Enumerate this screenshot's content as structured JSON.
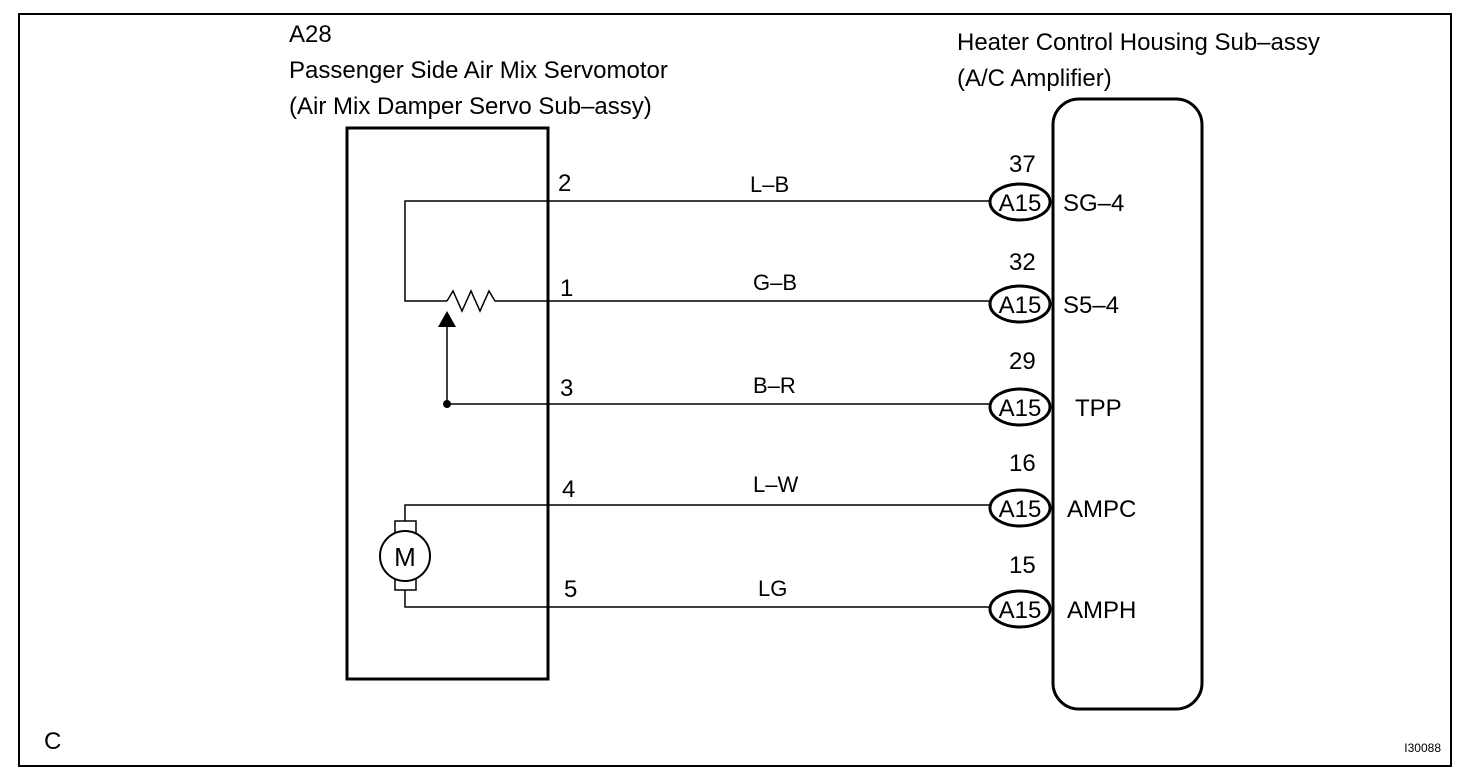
{
  "servo": {
    "code": "A28",
    "name": "Passenger Side Air Mix Servomotor",
    "subname": "(Air Mix Damper Servo Sub–assy)",
    "motor_symbol": "M"
  },
  "amplifier": {
    "name": "Heater Control Housing Sub–assy",
    "subname": "(A/C Amplifier)"
  },
  "connections": [
    {
      "pin": "2",
      "wire": "L–B",
      "connector": "A15",
      "terminal_no": "37",
      "signal": "SG–4"
    },
    {
      "pin": "1",
      "wire": "G–B",
      "connector": "A15",
      "terminal_no": "32",
      "signal": "S5–4"
    },
    {
      "pin": "3",
      "wire": "B–R",
      "connector": "A15",
      "terminal_no": "29",
      "signal": "TPP"
    },
    {
      "pin": "4",
      "wire": "L–W",
      "connector": "A15",
      "terminal_no": "16",
      "signal": "AMPC"
    },
    {
      "pin": "5",
      "wire": "LG",
      "connector": "A15",
      "terminal_no": "15",
      "signal": "AMPH"
    }
  ],
  "corner_label": "C",
  "figure_id": "I30088"
}
